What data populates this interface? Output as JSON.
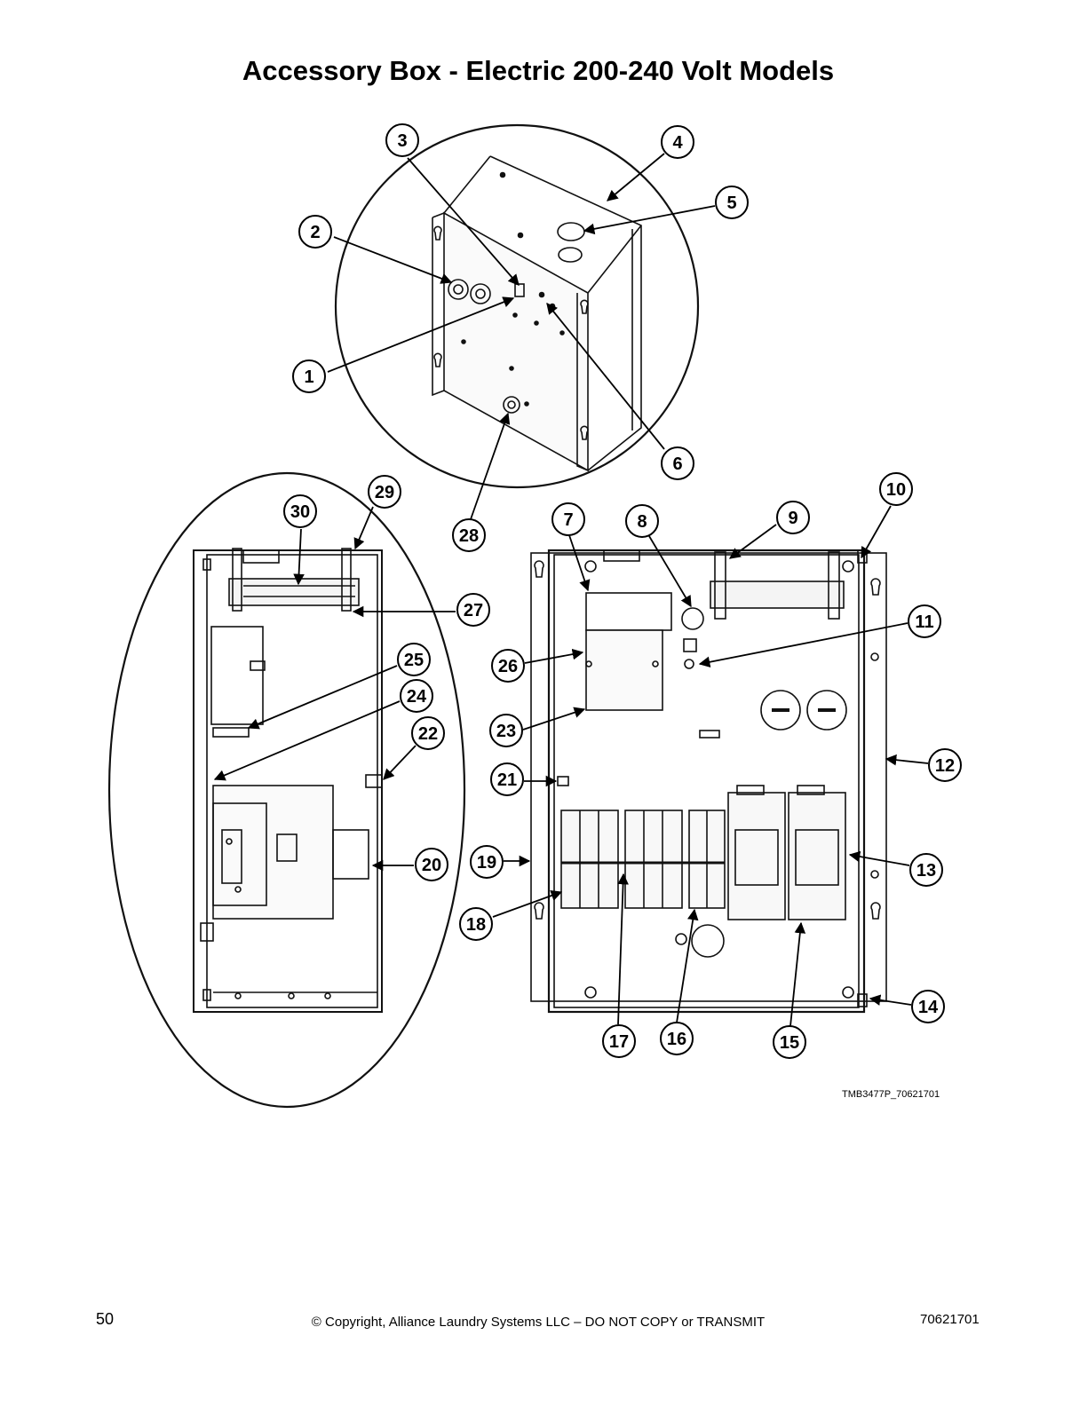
{
  "title": "Accessory Box - Electric 200-240 Volt Models",
  "drawing_code": "TMB3477P_70621701",
  "callouts": [
    "1",
    "2",
    "3",
    "4",
    "5",
    "6",
    "7",
    "8",
    "9",
    "10",
    "11",
    "12",
    "13",
    "14",
    "15",
    "16",
    "17",
    "18",
    "19",
    "20",
    "21",
    "22",
    "23",
    "24",
    "25",
    "26",
    "27",
    "28",
    "29",
    "30"
  ],
  "footer": {
    "page_number": "50",
    "copyright": "© Copyright, Alliance Laundry Systems LLC – DO NOT COPY or TRANSMIT",
    "doc_number": "70621701"
  }
}
